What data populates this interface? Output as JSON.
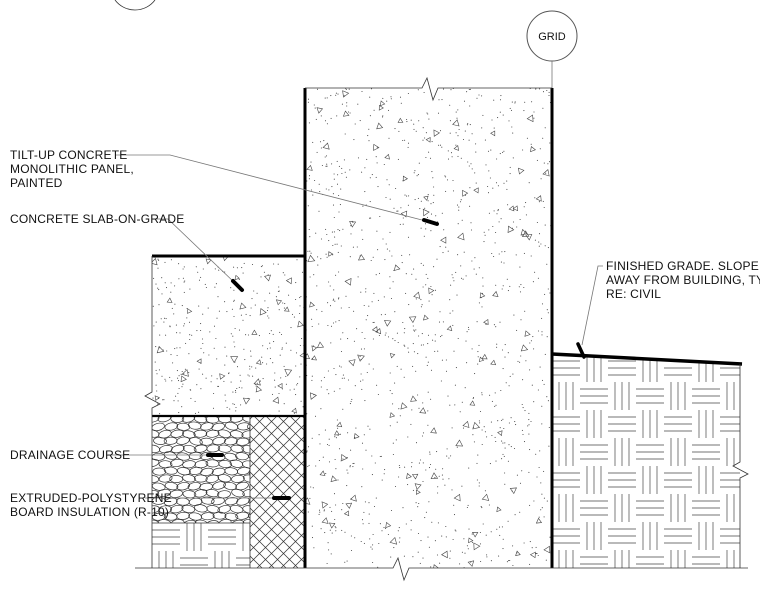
{
  "grid_marker": {
    "label": "GRID"
  },
  "labels": {
    "tilt_up_panel": [
      "TILT-UP CONCRETE",
      "MONOLITHIC PANEL,",
      "PAINTED"
    ],
    "slab_on_grade": [
      "CONCRETE SLAB-ON-GRADE"
    ],
    "finished_grade": [
      "FINISHED GRADE. SLOPE",
      "AWAY FROM BUILDING, TYP.",
      "RE: CIVIL"
    ],
    "drainage_course": [
      "DRAINAGE COURSE"
    ],
    "xps_insulation": [
      "EXTRUDED-POLYSTYRENE",
      "BOARD INSULATION (R-10)"
    ]
  }
}
